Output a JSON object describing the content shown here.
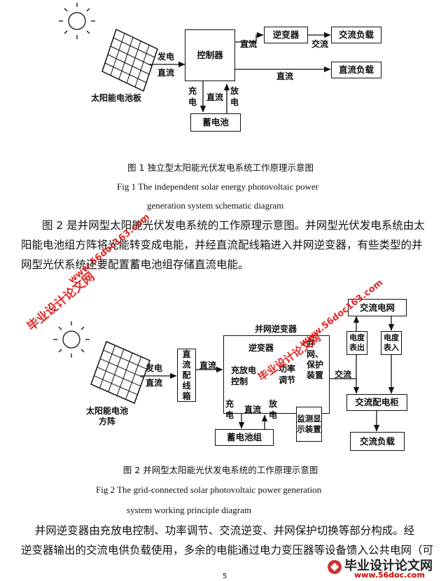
{
  "fig1": {
    "panel_label": "太阳能电池板",
    "controller": "控制器",
    "inverter": "逆变器",
    "ac_load": "交流负载",
    "dc_load": "直流负载",
    "battery": "蓄电池",
    "gen_label": "发电",
    "dc_label": "直流",
    "dc_to_inv": "直流",
    "ac_label": "交流",
    "dc_to_load": "直流",
    "charge": "充电",
    "dc_mid": "直流",
    "discharge": "放电",
    "caption_cn": "图 1    独立型太阳能光伏发电系统工作原理示意图",
    "caption_en_1": "Fig 1    The independent solar energy photovoltaic power",
    "caption_en_2": "generation system schematic diagram"
  },
  "para1": [
    "图 2 是并网型太阳能光伏发电系统的工作原理示意图。并网型光伏发电系统由太",
    "阳能电池组方阵将光能转变成电能，并经直流配线箱进入并网逆变器，有些类型的并",
    "网型光伏系统还要配置蓄电池组存储直流电能。"
  ],
  "fig2": {
    "array_label": "太阳能电池方阵",
    "gen_label": "发电",
    "dc_label": "直流",
    "dc_box": "直流配线箱",
    "dc_after_box": "直流",
    "grid_inverter_title": "并网逆变器",
    "inverter": "逆变器",
    "grid_protect": "并网、保护装置",
    "charge_ctrl": "充放电控制",
    "power_adj": "功率调节",
    "ac_label": "交流",
    "ac_grid": "交流电网",
    "meter_out": "电度表出",
    "meter_in": "电度表入",
    "ac_cabinet": "交流配电柜",
    "ac_load": "交流负载",
    "battery_group": "蓄电池组",
    "monitor": "监测显示装置",
    "charge": "充电",
    "dc_mid": "直流",
    "discharge": "放电",
    "caption_cn": "图 2    并网型太阳能光伏发电系统的工作原理示意图",
    "caption_en_1": "Fig 2    The grid-connected solar photovoltaic power generation",
    "caption_en_2": "system working principle diagram"
  },
  "para2": [
    "    并网逆变器由充放电控制、功率调节、交流逆变、并网保护切换等部分构成。经",
    "逆变器输出的交流电供负载使用，多余的电能通过电力变压器等设备馈入公共电网（可"
  ],
  "watermarks": {
    "a": "毕业设计论文网",
    "b": "www.56doc163.com",
    "c": "毕业设计论文网",
    "d": "www.56doc163.com"
  },
  "footer": {
    "logo_title": "毕业设计论文网",
    "logo_url": "www.56doc.com",
    "page_number": "5"
  }
}
